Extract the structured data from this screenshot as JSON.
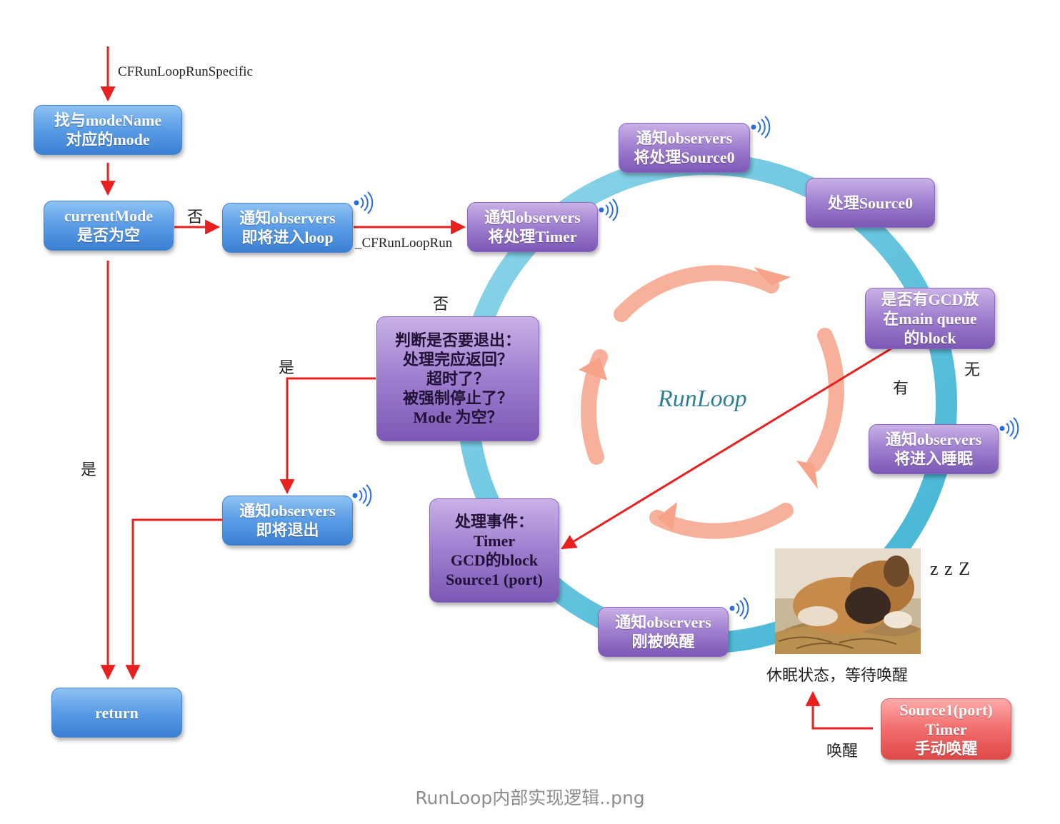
{
  "entry_label": "CFRunLoopRunSpecific",
  "run_label": "_CFRunLoopRun",
  "center_label": "RunLoop",
  "boxes": {
    "find_mode": [
      "找与modeName",
      "对应的mode"
    ],
    "current_mode": [
      "currentMode",
      "是否为空"
    ],
    "notify_enter": [
      "通知observers",
      "即将进入loop"
    ],
    "notify_timer": [
      "通知observers",
      "将处理Timer"
    ],
    "notify_source0": [
      "通知observers",
      "将处理Source0"
    ],
    "process_source0": [
      "处理Source0"
    ],
    "gcd_check": [
      "是否有GCD放",
      "在main queue",
      "的block"
    ],
    "notify_sleep": [
      "通知observers",
      "将进入睡眠"
    ],
    "notify_wake": [
      "通知observers",
      "刚被唤醒"
    ],
    "handle_events": [
      "处理事件：",
      "Timer",
      "GCD的block",
      "Source1 (port)"
    ],
    "exit_check": [
      "判断是否要退出：",
      "处理完应返回？",
      "超时了？",
      "被强制停止了？",
      "Mode  为空？"
    ],
    "notify_exit": [
      "通知observers",
      "即将退出"
    ],
    "return": [
      "return"
    ],
    "wake_sources": [
      "Source1(port)",
      "Timer",
      "手动唤醒"
    ]
  },
  "edge_labels": {
    "mode_empty_no": "否",
    "mode_empty_yes": "是",
    "exit_no": "否",
    "exit_yes": "是",
    "gcd_none": "无",
    "gcd_has": "有",
    "wake": "唤醒"
  },
  "sleep_caption": "休眠状态，等待唤醒",
  "zzz": "z z Z",
  "caption": "RunLoop内部实现逻辑..png",
  "colors": {
    "arrow": "#e8201f",
    "ring": "#62c6dd",
    "blue_box": "#5b9de6",
    "purple_box": "#a07fd0",
    "red_box": "#f26f6f",
    "center_text": "#2f7f93",
    "swirl": "#f6a38a"
  },
  "icons": [
    "wifi-signal-icon",
    "arrow-icon",
    "sleeping-puppy-image"
  ]
}
